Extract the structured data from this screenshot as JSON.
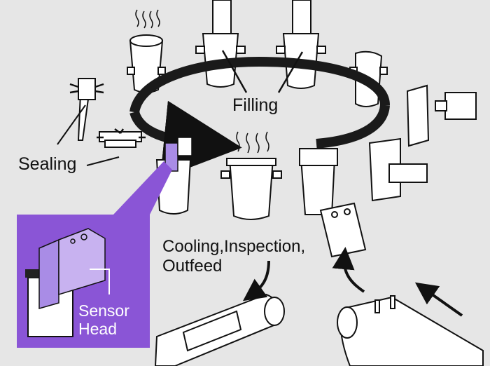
{
  "labels": {
    "filling": "Filling",
    "sealing": "Sealing",
    "cooling_line1": "Cooling,Inspection,",
    "cooling_line2": "Outfeed",
    "sensor_line1": "Sensor",
    "sensor_line2": "Head"
  },
  "colors": {
    "background": "#e6e6e6",
    "sensor_panel": "#8a55d6",
    "sensor_head": "#a98ce6",
    "ring": "#1a1a1a",
    "bag_fill": "#ffffff"
  }
}
